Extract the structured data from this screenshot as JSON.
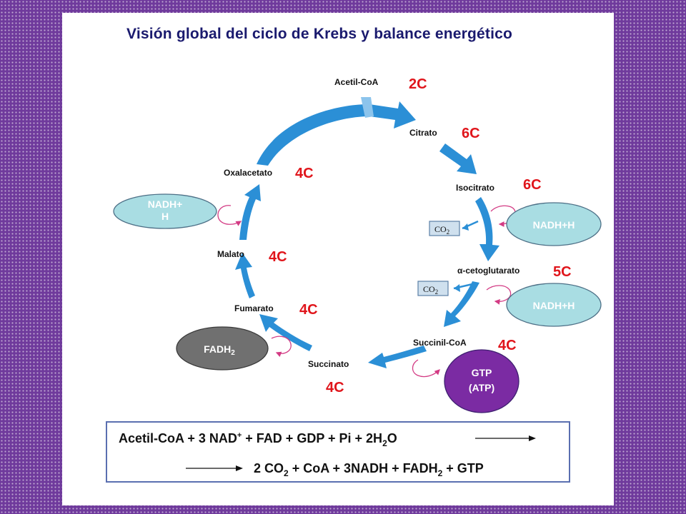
{
  "title": "Visión global del ciclo de Krebs y balance energético",
  "colors": {
    "background": "#6f3a9c",
    "arrow_blue": "#2b8fd6",
    "count_red": "#e0151b",
    "bubble_light": "#a9dde3",
    "bubble_grey": "#707070",
    "bubble_purple": "#7b2ba3"
  },
  "metabolites": {
    "acetyl_coa": "Acetil-CoA",
    "citrato": "Citrato",
    "isocitrato": "Isocitrato",
    "cetoglutarato": "α-cetoglutarato",
    "succinil_coa": "Succinil-CoA",
    "succinato": "Succinato",
    "fumarato": "Fumarato",
    "malato": "Malato",
    "oxalacetato": "Oxalacetato"
  },
  "carbons": {
    "acetyl_coa": "2C",
    "citrato": "6C",
    "isocitrato": "6C",
    "cetoglutarato": "5C",
    "succinil_coa": "4C",
    "succinato": "4C",
    "fumarato": "4C",
    "malato": "4C",
    "oxalacetato": "4C"
  },
  "co2_boxes": [
    "CO",
    "CO"
  ],
  "co2_subscript": "2",
  "bubbles": {
    "nadh_left_line1": "NADH+",
    "nadh_left_line2": "H",
    "nadh_right_1": "NADH+H",
    "nadh_right_2": "NADH+H",
    "fadh2_main": "FADH",
    "fadh2_sub": "2",
    "gtp_line1": "GTP",
    "gtp_line2": "(ATP)"
  },
  "equation": {
    "line1": {
      "a": "Acetil-CoA + 3 NAD",
      "a_sup": "+",
      "b": " + FAD + GDP + Pi + 2H",
      "b_sub": "2",
      "c": "O"
    },
    "line2": {
      "a": "2 CO",
      "a_sub": "2",
      "b": " + CoA + 3NADH + FADH",
      "b_sub": "2",
      "c": " + GTP"
    }
  }
}
